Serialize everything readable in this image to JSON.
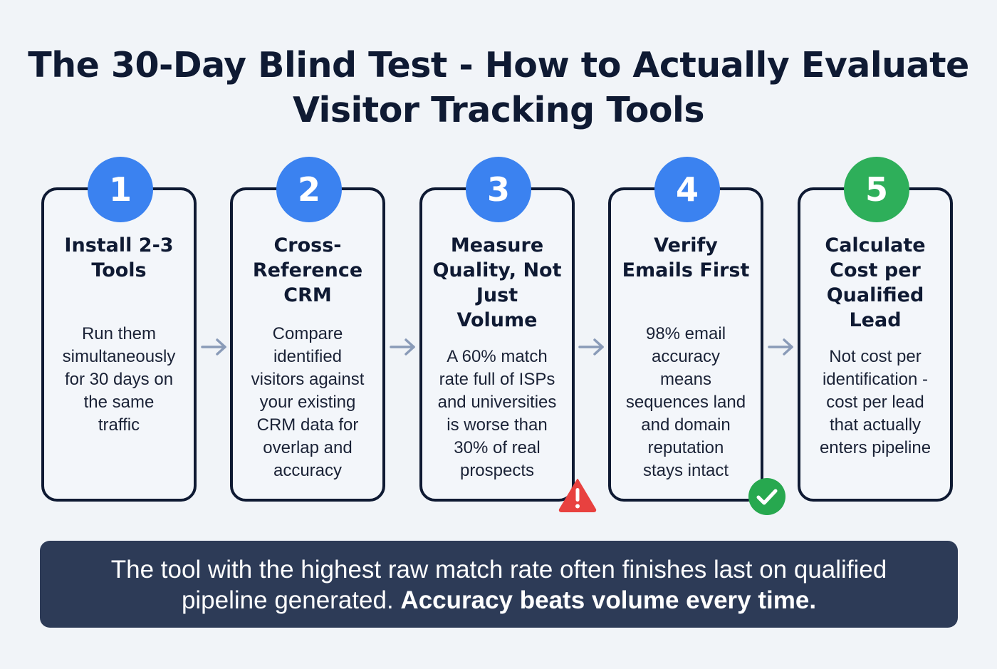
{
  "header": {
    "title_line1": "The 30-Day Blind Test - How to Actually Evaluate",
    "title_line2": "Visitor Tracking Tools"
  },
  "colors": {
    "background": "#f1f4f8",
    "text_dark": "#0f1a33",
    "step_blue": "#3b82f0",
    "step_green": "#2eaf5a",
    "arrow": "#8a9bb8",
    "warning_red": "#e8413f",
    "check_green": "#27a84f",
    "footer_bg": "#2d3b57"
  },
  "steps": [
    {
      "number": "1",
      "title": [
        "Install 2-3",
        "Tools"
      ],
      "body": [
        "Run them",
        "simultaneously",
        "for 30 days on",
        "the same",
        "traffic"
      ]
    },
    {
      "number": "2",
      "title": [
        "Cross-",
        "Reference",
        "CRM"
      ],
      "body": [
        "Compare",
        "identified",
        "visitors against",
        "your existing",
        "CRM data for",
        "overlap and",
        "accuracy"
      ]
    },
    {
      "number": "3",
      "title": [
        "Measure",
        "Quality, Not",
        "Just",
        "Volume"
      ],
      "body": [
        "A 60% match",
        "rate full of ISPs",
        "and universities",
        "is worse than",
        "30% of real",
        "prospects"
      ],
      "icon": "warning-icon"
    },
    {
      "number": "4",
      "title": [
        "Verify",
        "Emails First"
      ],
      "body": [
        "98% email",
        "accuracy",
        "means",
        "sequences land",
        "and domain",
        "reputation",
        "stays intact"
      ],
      "icon": "checkmark-icon"
    },
    {
      "number": "5",
      "title": [
        "Calculate",
        "Cost per",
        "Qualified",
        "Lead"
      ],
      "body": [
        "Not cost per",
        "identification -",
        "cost per lead",
        "that actually",
        "enters pipeline"
      ]
    }
  ],
  "footer": {
    "line1": "The tool with the highest raw match rate often finishes last on qualified",
    "line2_regular": "pipeline generated.",
    "line2_bold": "Accuracy beats volume every time."
  }
}
